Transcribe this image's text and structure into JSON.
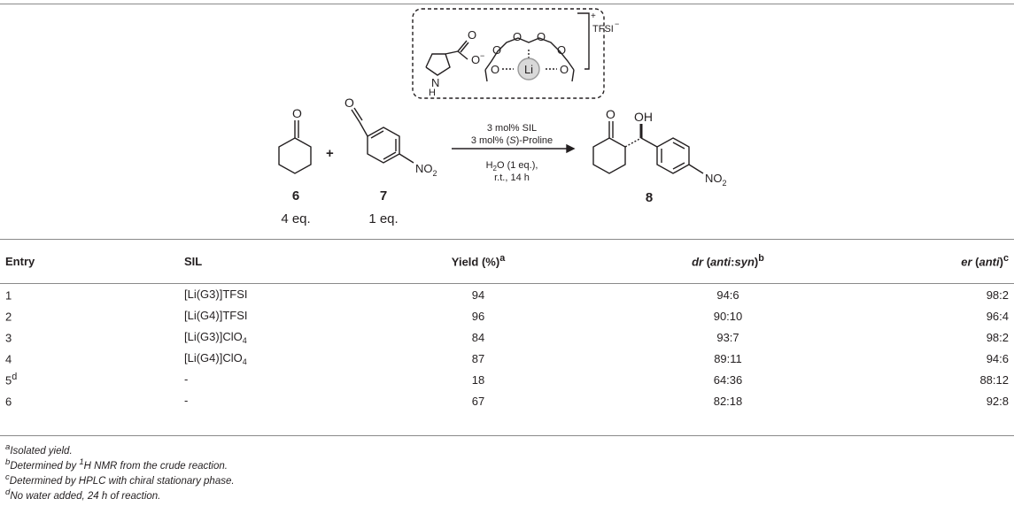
{
  "scheme": {
    "catalyst_box": {
      "counterion": "TFSI",
      "charge_plus": "+",
      "charge_minus": "−",
      "metal": "Li",
      "carboxylate_o": "O",
      "minus": "−",
      "nh": "N",
      "nh_h": "H"
    },
    "reactant_1": {
      "label": "6",
      "equiv": "4 eq.",
      "atom": "O"
    },
    "plus": "+",
    "reactant_2": {
      "label": "7",
      "equiv": "1 eq.",
      "atom": "O",
      "substituent_main": "NO",
      "substituent_sub": "2"
    },
    "conditions_above": [
      "3 mol% SIL",
      "3 mol% (",
      "S",
      ")-Proline"
    ],
    "conditions_below": [
      "H",
      "2",
      "O (1 eq.),",
      "r.t., 14 h"
    ],
    "product": {
      "label": "8",
      "atom_o": "O",
      "atom_oh": "OH",
      "substituent_main": "NO",
      "substituent_sub": "2"
    }
  },
  "table": {
    "headers": {
      "entry": "Entry",
      "sil": "SIL",
      "yield": "Yield (%)",
      "yield_sup": "a",
      "dr_main": "dr",
      "dr_rest": " (",
      "dr_anti": "anti",
      "dr_colon": ":",
      "dr_syn": "syn",
      "dr_close": ")",
      "dr_sup": "b",
      "er_main": "er",
      "er_rest": " (",
      "er_anti": "anti",
      "er_close": ")",
      "er_sup": "c"
    },
    "rows": [
      {
        "entry": "1",
        "entry_sup": "",
        "sil": "[Li(G3)]TFSI",
        "sil_sub": "",
        "yield": "94",
        "dr": "94:6",
        "er": "98:2"
      },
      {
        "entry": "2",
        "entry_sup": "",
        "sil": "[Li(G4)]TFSI",
        "sil_sub": "",
        "yield": "96",
        "dr": "90:10",
        "er": "96:4"
      },
      {
        "entry": "3",
        "entry_sup": "",
        "sil": "[Li(G3)]ClO",
        "sil_sub": "4",
        "yield": "84",
        "dr": "93:7",
        "er": "98:2"
      },
      {
        "entry": "4",
        "entry_sup": "",
        "sil": "[Li(G4)]ClO",
        "sil_sub": "4",
        "yield": "87",
        "dr": "89:11",
        "er": "94:6"
      },
      {
        "entry": "5",
        "entry_sup": "d",
        "sil": "-",
        "sil_sub": "",
        "yield": "18",
        "dr": "64:36",
        "er": "88:12"
      },
      {
        "entry": "6",
        "entry_sup": "",
        "sil": "-",
        "sil_sub": "",
        "yield": "67",
        "dr": "82:18",
        "er": "92:8"
      }
    ]
  },
  "footnotes": [
    {
      "mark": "a",
      "text": "Isolated yield."
    },
    {
      "mark": "b",
      "pre": "Determined by ",
      "sup": "1",
      "post": "H NMR from the crude reaction."
    },
    {
      "mark": "c",
      "text": "Determined by HPLC with chiral stationary phase."
    },
    {
      "mark": "d",
      "text": "No water added, 24 h of reaction."
    }
  ]
}
